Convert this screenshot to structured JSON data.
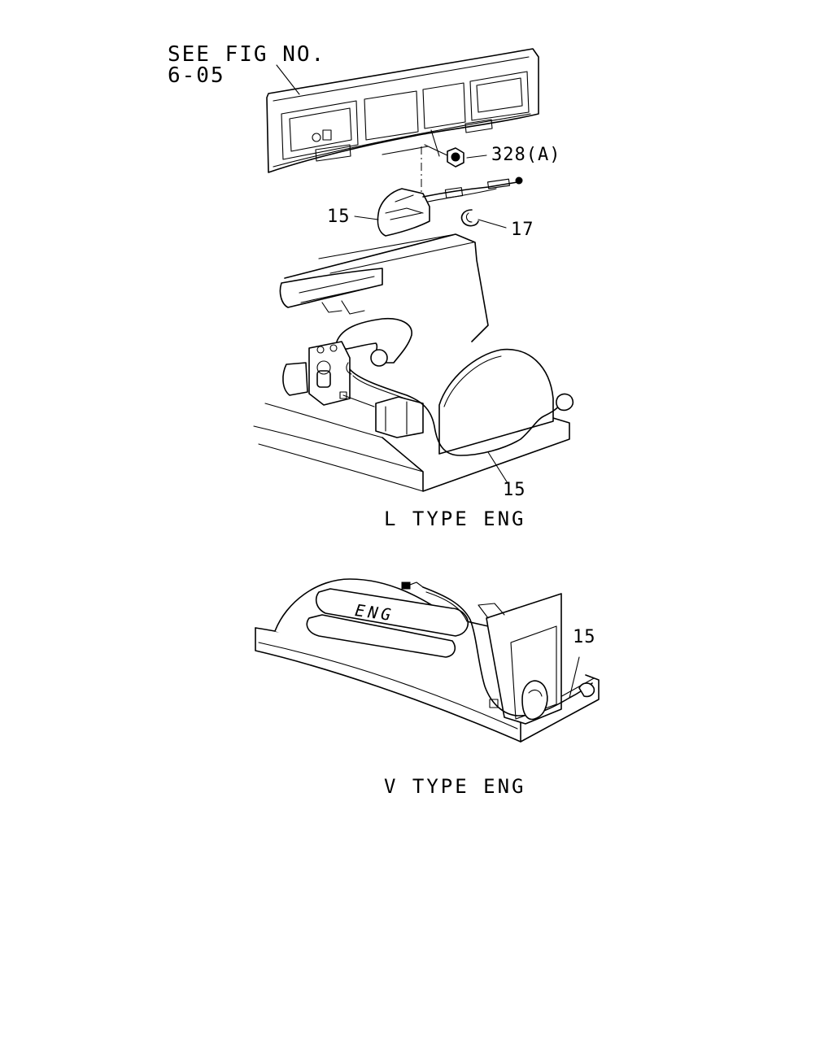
{
  "reference": {
    "line1": "SEE FIG NO.",
    "line2": "6-05"
  },
  "callouts": {
    "nut": "328(A)",
    "harness_top": "15",
    "clip": "17",
    "harness_l_type": "15",
    "harness_v_type": "15"
  },
  "captions": {
    "l_type": "L TYPE ENG",
    "v_type": "V TYPE ENG"
  },
  "engine_cover_text": "ENG",
  "colors": {
    "ink": "#000000",
    "paper": "#ffffff"
  }
}
